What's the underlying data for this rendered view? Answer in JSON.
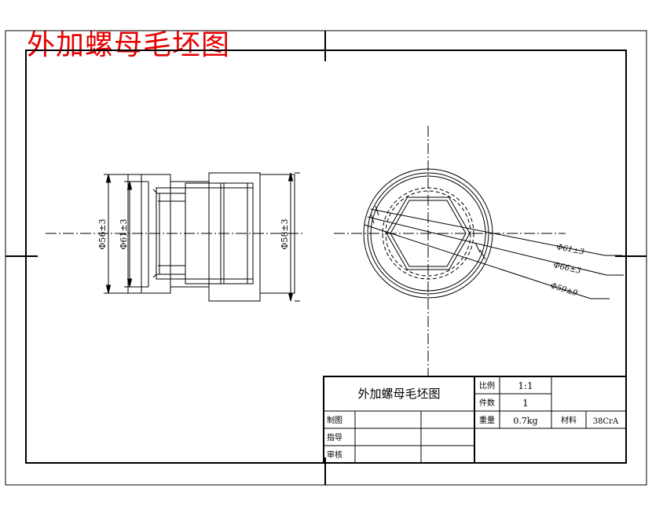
{
  "heading": "外加螺母毛坯图",
  "views": {
    "front": {
      "dimensions": [
        "Φ56±3",
        "Φ61±3",
        "Φ58±3"
      ]
    },
    "side": {
      "dimensions": [
        "Φ61±3",
        "Φ66±3",
        "Φ59±9"
      ]
    }
  },
  "title_block": {
    "name": "外加螺母毛坯图",
    "scale_label": "比例",
    "scale_value": "1:1",
    "quantity_label": "件数",
    "quantity_value": "1",
    "weight_label": "重量",
    "weight_value": "0.7kg",
    "material_label": "材料",
    "material_value": "38CrA",
    "drawn_label": "制图",
    "guide_label": "指导",
    "review_label": "审核"
  }
}
